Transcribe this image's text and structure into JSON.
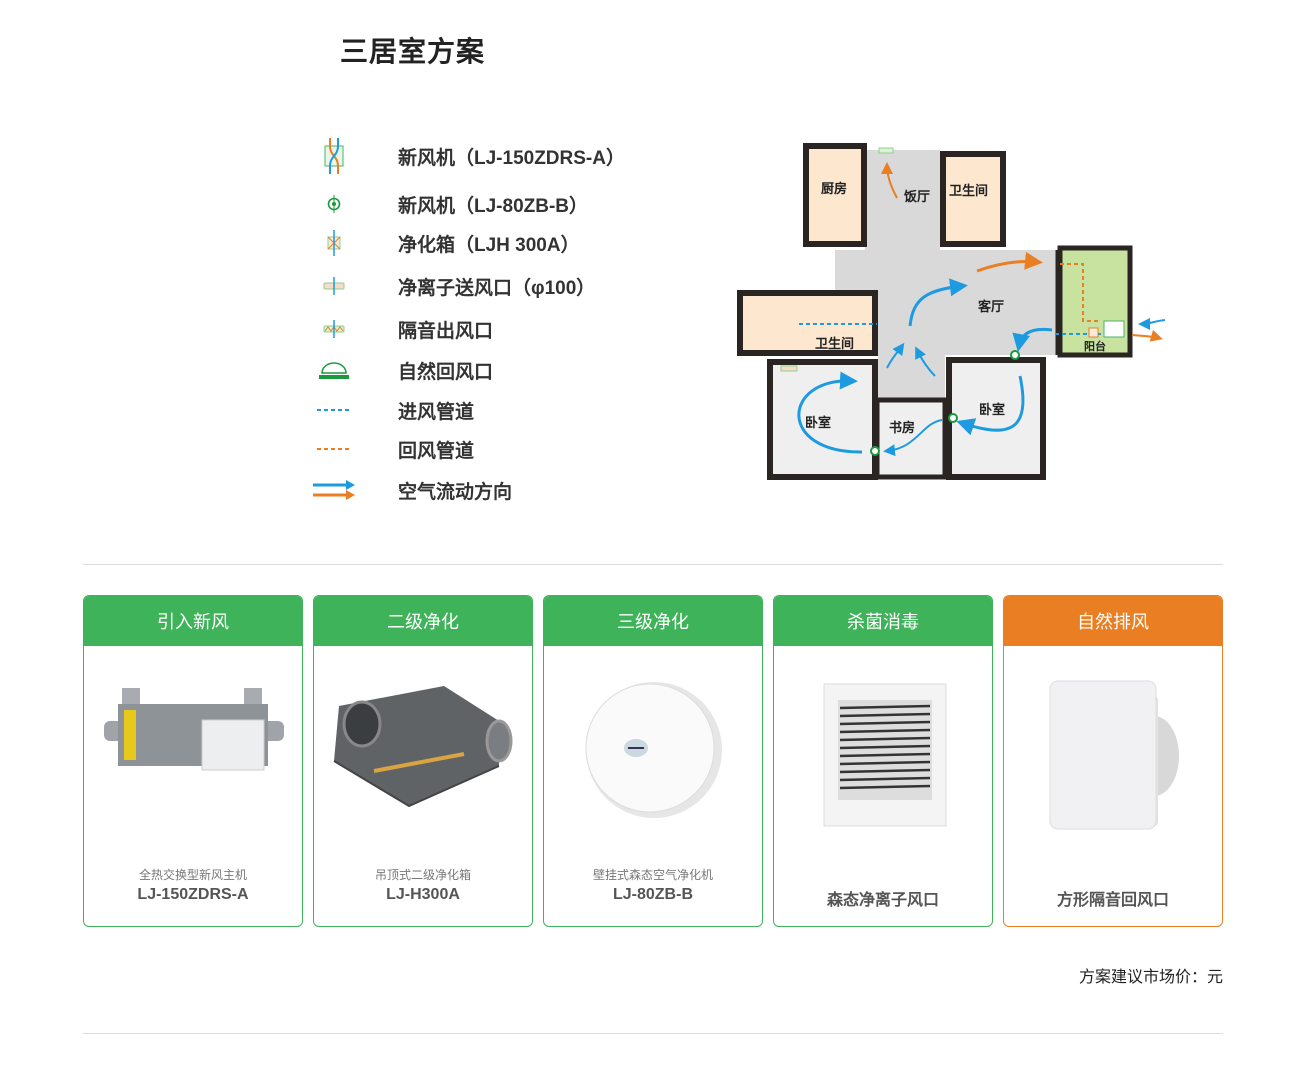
{
  "title": "三居室方案",
  "legend": [
    {
      "icon": "heat-exchanger-icon",
      "label": "新风机（LJ-150ZDRS-A）"
    },
    {
      "icon": "fan-unit-icon",
      "label": "新风机（LJ-80ZB-B）"
    },
    {
      "icon": "purifier-box-icon",
      "label": "净化箱（LJH 300A）"
    },
    {
      "icon": "ion-supply-vent-icon",
      "label": "净离子送风口（φ100）"
    },
    {
      "icon": "silent-outlet-icon",
      "label": "隔音出风口"
    },
    {
      "icon": "natural-return-vent-icon",
      "label": "自然回风口"
    },
    {
      "icon": "supply-duct-icon",
      "label": "进风管道"
    },
    {
      "icon": "return-duct-icon",
      "label": "回风管道"
    },
    {
      "icon": "airflow-arrows-icon",
      "label": "空气流动方向"
    }
  ],
  "floorplan": {
    "rooms": {
      "kitchen": "厨房",
      "dining": "饭厅",
      "bath_top": "卫生间",
      "living": "客厅",
      "bath_left": "卫生间",
      "balcony": "阳台",
      "bedroom_left": "卧室",
      "study": "书房",
      "bedroom_right": "卧室"
    }
  },
  "cards": [
    {
      "header": "引入新风",
      "subtitle": "全热交换型新风主机",
      "name": "LJ-150ZDRS-A",
      "color": "#3fb35a"
    },
    {
      "header": "二级净化",
      "subtitle": "吊顶式二级净化箱",
      "name": "LJ-H300A",
      "color": "#3fb35a"
    },
    {
      "header": "三级净化",
      "subtitle": "壁挂式森态空气净化机",
      "name": "LJ-80ZB-B",
      "color": "#3fb35a"
    },
    {
      "header": "杀菌消毒",
      "name": "森态净离子风口",
      "color": "#3fb35a"
    },
    {
      "header": "自然排风",
      "name": "方形隔音回风口",
      "color": "#e97e23"
    }
  ],
  "price_label": "方案建议市场价：元"
}
